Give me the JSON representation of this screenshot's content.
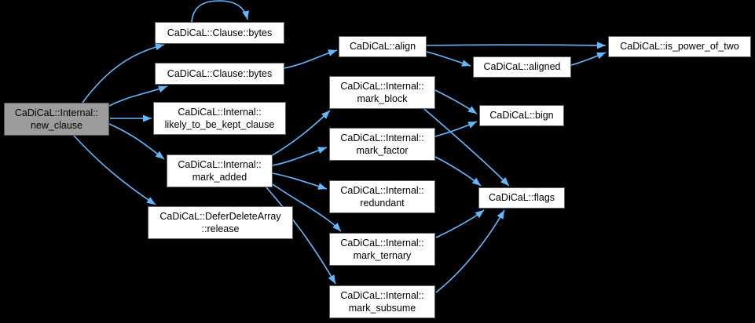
{
  "diagram": {
    "type": "call-graph",
    "colors": {
      "background": "#000000",
      "edge": "#63b8ff",
      "node_fill": "#ffffff",
      "node_border": "#5f6368",
      "root_fill": "#9c9c9c",
      "root_border": "#5a5a5a",
      "text": "#000000"
    },
    "nodes": {
      "new_clause": {
        "label": "CaDiCaL::Internal::\nnew_clause",
        "root": true
      },
      "bytes1": {
        "label": "CaDiCaL::Clause::bytes"
      },
      "bytes2": {
        "label": "CaDiCaL::Clause::bytes"
      },
      "likely": {
        "label": "CaDiCaL::Internal::\nlikely_to_be_kept_clause"
      },
      "mark_added": {
        "label": "CaDiCaL::Internal::\nmark_added"
      },
      "release": {
        "label": "CaDiCaL::DeferDeleteArray\n::release"
      },
      "align": {
        "label": "CaDiCaL::align"
      },
      "aligned": {
        "label": "CaDiCaL::aligned"
      },
      "is_power_of_two": {
        "label": "CaDiCaL::is_power_of_two"
      },
      "mark_block": {
        "label": "CaDiCaL::Internal::\nmark_block"
      },
      "bign": {
        "label": "CaDiCaL::bign"
      },
      "mark_factor": {
        "label": "CaDiCaL::Internal::\nmark_factor"
      },
      "redundant": {
        "label": "CaDiCaL::Internal::\nredundant"
      },
      "flags": {
        "label": "CaDiCaL::flags"
      },
      "mark_ternary": {
        "label": "CaDiCaL::Internal::\nmark_ternary"
      },
      "mark_subsume": {
        "label": "CaDiCaL::Internal::\nmark_subsume"
      }
    },
    "edges": [
      {
        "from": "new_clause",
        "to": "bytes1"
      },
      {
        "from": "new_clause",
        "to": "bytes2"
      },
      {
        "from": "new_clause",
        "to": "likely"
      },
      {
        "from": "new_clause",
        "to": "mark_added"
      },
      {
        "from": "new_clause",
        "to": "release"
      },
      {
        "from": "bytes1",
        "to": "bytes1"
      },
      {
        "from": "bytes2",
        "to": "align"
      },
      {
        "from": "align",
        "to": "is_power_of_two"
      },
      {
        "from": "align",
        "to": "aligned"
      },
      {
        "from": "aligned",
        "to": "is_power_of_two"
      },
      {
        "from": "mark_added",
        "to": "mark_block"
      },
      {
        "from": "mark_added",
        "to": "mark_factor"
      },
      {
        "from": "mark_added",
        "to": "redundant"
      },
      {
        "from": "mark_added",
        "to": "mark_ternary"
      },
      {
        "from": "mark_added",
        "to": "mark_subsume"
      },
      {
        "from": "mark_block",
        "to": "bign"
      },
      {
        "from": "mark_block",
        "to": "flags"
      },
      {
        "from": "mark_factor",
        "to": "bign"
      },
      {
        "from": "mark_factor",
        "to": "flags"
      },
      {
        "from": "mark_ternary",
        "to": "flags"
      },
      {
        "from": "mark_subsume",
        "to": "flags"
      }
    ]
  }
}
